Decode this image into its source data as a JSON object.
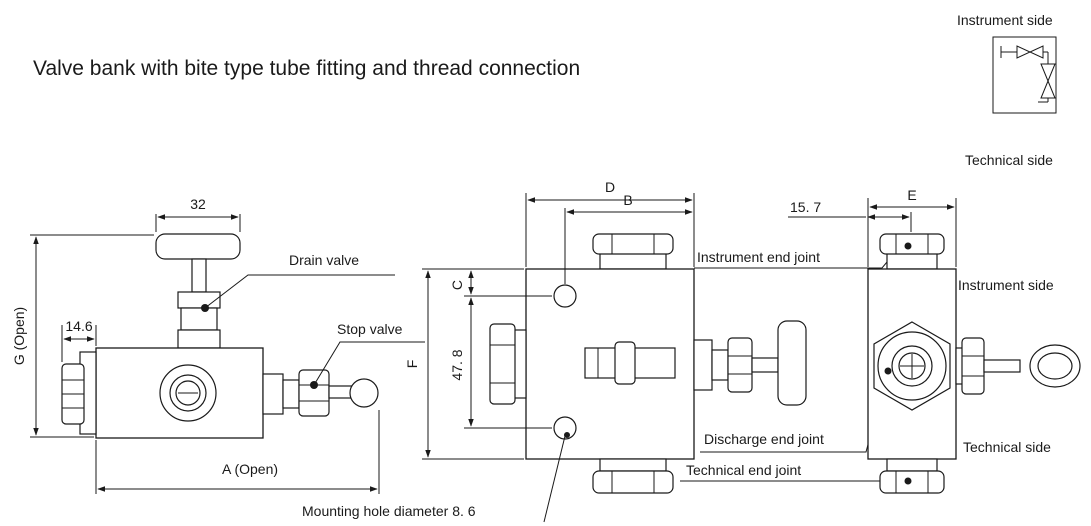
{
  "title": "Valve bank with bite type tube fitting and thread connection",
  "schematic": {
    "instrument_side": "Instrument side",
    "technical_side": "Technical side"
  },
  "left_view": {
    "dim_32": "32",
    "dim_14_6": "14.6",
    "dim_g": "G (Open)",
    "dim_a": "A (Open)",
    "drain_valve": "Drain valve",
    "stop_valve": "Stop valve"
  },
  "front_view": {
    "dim_d": "D",
    "dim_b": "B",
    "dim_c": "C",
    "dim_f": "F",
    "dim_47_8": "47. 8",
    "instrument_end_joint": "Instrument  end joint",
    "discharge_end_joint": "Discharge end joint",
    "technical_end_joint": "Technical end joint",
    "mounting_hole": "Mounting  hole  diameter 8. 6"
  },
  "side_view": {
    "dim_e": "E",
    "dim_15_7": "15. 7",
    "instrument_side": "Instrument side",
    "technical_side": "Technical side"
  },
  "colors": {
    "line": "#1a1a1a",
    "background": "#ffffff"
  }
}
